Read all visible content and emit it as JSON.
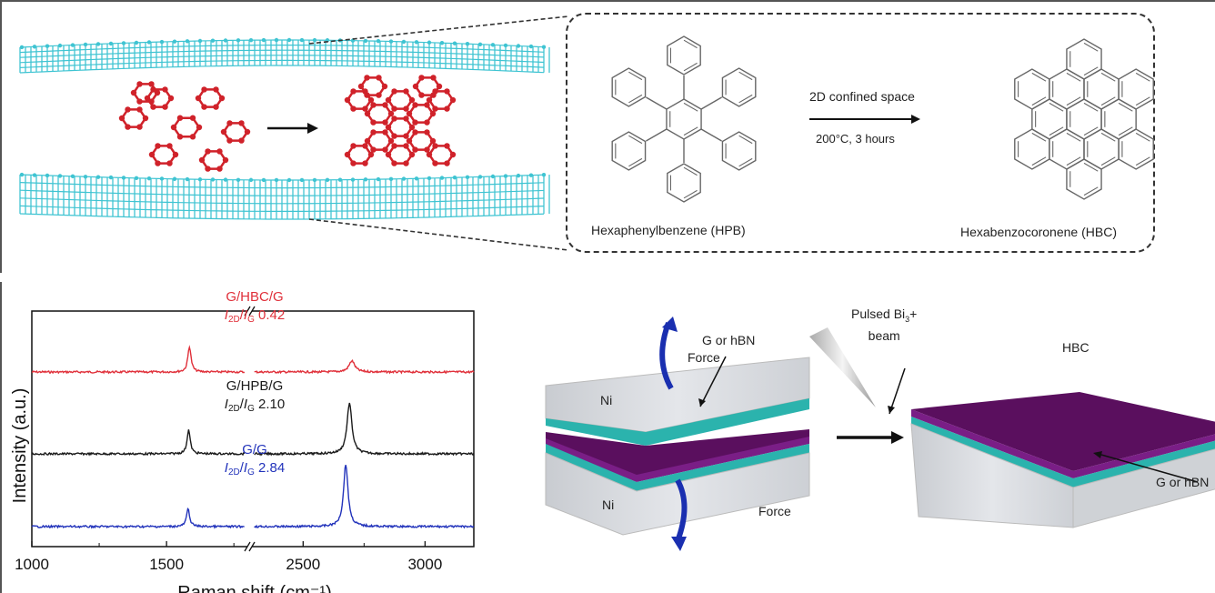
{
  "panel_a": {
    "arrow_label": "",
    "colors": {
      "graphene": "#3fc4d2",
      "molecule": "#d0222a"
    }
  },
  "panel_b": {
    "reaction_condition_top": "2D confined space",
    "reaction_condition_bottom": "200°C, 3 hours",
    "reactant_label": "Hexaphenylbenzene (HPB)",
    "product_label": "Hexabenzocoronene (HBC)"
  },
  "panel_d": {
    "force_top": "Force",
    "force_bottom": "Force",
    "ni_top": "Ni",
    "ni_bottom": "Ni",
    "layer_label_left": "G or hBN",
    "beam_label_line1": "Pulsed Bi",
    "beam_label_sub": "3",
    "beam_label_sup": "+",
    "beam_label_line2": "beam",
    "hbc_label": "HBC",
    "layer_label_right": "G or hBN",
    "colors": {
      "ni": "#d7dade",
      "layer": "#2bb3ad",
      "hbc": "#5a0f5e",
      "force_arrow": "#1a2fb0"
    }
  },
  "chart_data": {
    "type": "line",
    "title": "",
    "xlabel": "Raman shift (cm⁻¹)",
    "ylabel": "Intensity (a.u.)",
    "x_segments": [
      [
        1000,
        1800
      ],
      [
        2290,
        3200
      ]
    ],
    "x_ticks": [
      1000,
      1500,
      2500,
      3000
    ],
    "x_tick_labels": [
      "1000",
      "1500",
      "2500",
      "3000"
    ],
    "axis_break": true,
    "grid": false,
    "series": [
      {
        "name": "G/HBC/G",
        "ratio_label": "0.42",
        "color": "#e0303a",
        "offset": 2.0,
        "peaks": [
          {
            "x": 1585,
            "height": 0.32,
            "width": 14
          },
          {
            "x": 2700,
            "height": 0.14,
            "width": 28
          }
        ]
      },
      {
        "name": "G/HPB/G",
        "ratio_label": "2.10",
        "color": "#1a1a1a",
        "offset": 1.0,
        "peaks": [
          {
            "x": 1582,
            "height": 0.3,
            "width": 14
          },
          {
            "x": 2690,
            "height": 0.63,
            "width": 24
          }
        ]
      },
      {
        "name": "G/G",
        "ratio_label": "2.84",
        "color": "#2233bb",
        "offset": 0.0,
        "peaks": [
          {
            "x": 1580,
            "height": 0.22,
            "width": 14
          },
          {
            "x": 2675,
            "height": 0.78,
            "width": 22
          }
        ]
      }
    ],
    "ratio_prefix_I": "I",
    "ratio_sub_2D": "2D",
    "ratio_slash": "/",
    "ratio_sub_G": "G"
  }
}
